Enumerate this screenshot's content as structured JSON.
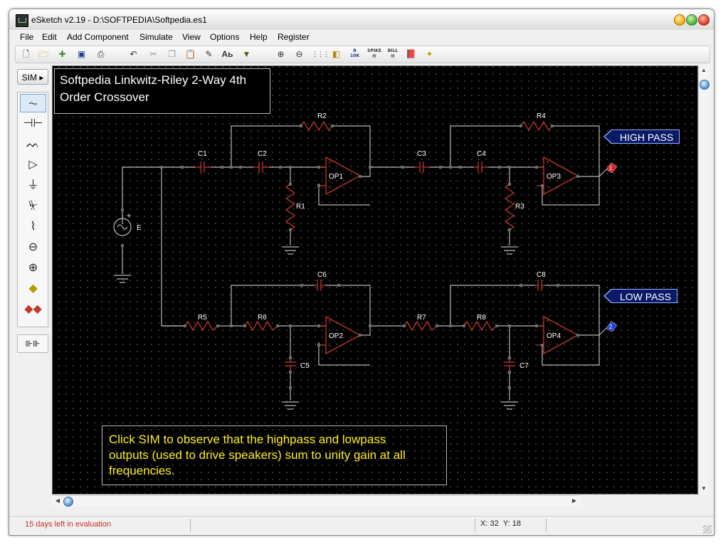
{
  "window": {
    "title": "eSketch v2.19 -  D:\\SOFTPEDIA\\Softpedia.es1"
  },
  "menu": [
    "File",
    "Edit",
    "Add Component",
    "Simulate",
    "View",
    "Options",
    "Help",
    "Register"
  ],
  "toolbar": {
    "zoom_label": "R",
    "iok": "10K",
    "spike": "SPIKE",
    "bill": "BILL"
  },
  "sidebar": {
    "sim_label": "SIM",
    "sim_arrow": "▸"
  },
  "canvas": {
    "title_line1": "Softpedia Linkwitz-Riley 2-Way 4th",
    "title_line2": "Order Crossover",
    "note_line1": "Click SIM to observe that the highpass and lowpass",
    "note_line2": "outputs (used to drive speakers) sum to unity gain at all",
    "note_line3": "frequencies.",
    "high_pass_label": "HIGH PASS",
    "low_pass_label": "LOW PASS",
    "probe1": "1",
    "probe2": "2",
    "source_label": "E",
    "components": {
      "c1": "C1",
      "c2": "C2",
      "c3": "C3",
      "c4": "C4",
      "c5": "C5",
      "c6": "C6",
      "c7": "C7",
      "c8": "C8",
      "r1": "R1",
      "r2": "R2",
      "r3": "R3",
      "r4": "R4",
      "r5": "R5",
      "r6": "R6",
      "r7": "R7",
      "r8": "R8",
      "op1": "OP1",
      "op2": "OP2",
      "op3": "OP3",
      "op4": "OP4"
    },
    "colors": {
      "wire": "#b8b8b8",
      "component": "#c0392b",
      "title_text": "#ffffff",
      "note_text": "#ffee22",
      "flag_bg": "#0a1a66",
      "probe_high": "#e0202a",
      "probe_low": "#1e3fd6"
    }
  },
  "status": {
    "evaluation": "15 days left in evaluation",
    "x_label": "X:",
    "x": "32",
    "y_label": "Y:",
    "y": "18"
  }
}
